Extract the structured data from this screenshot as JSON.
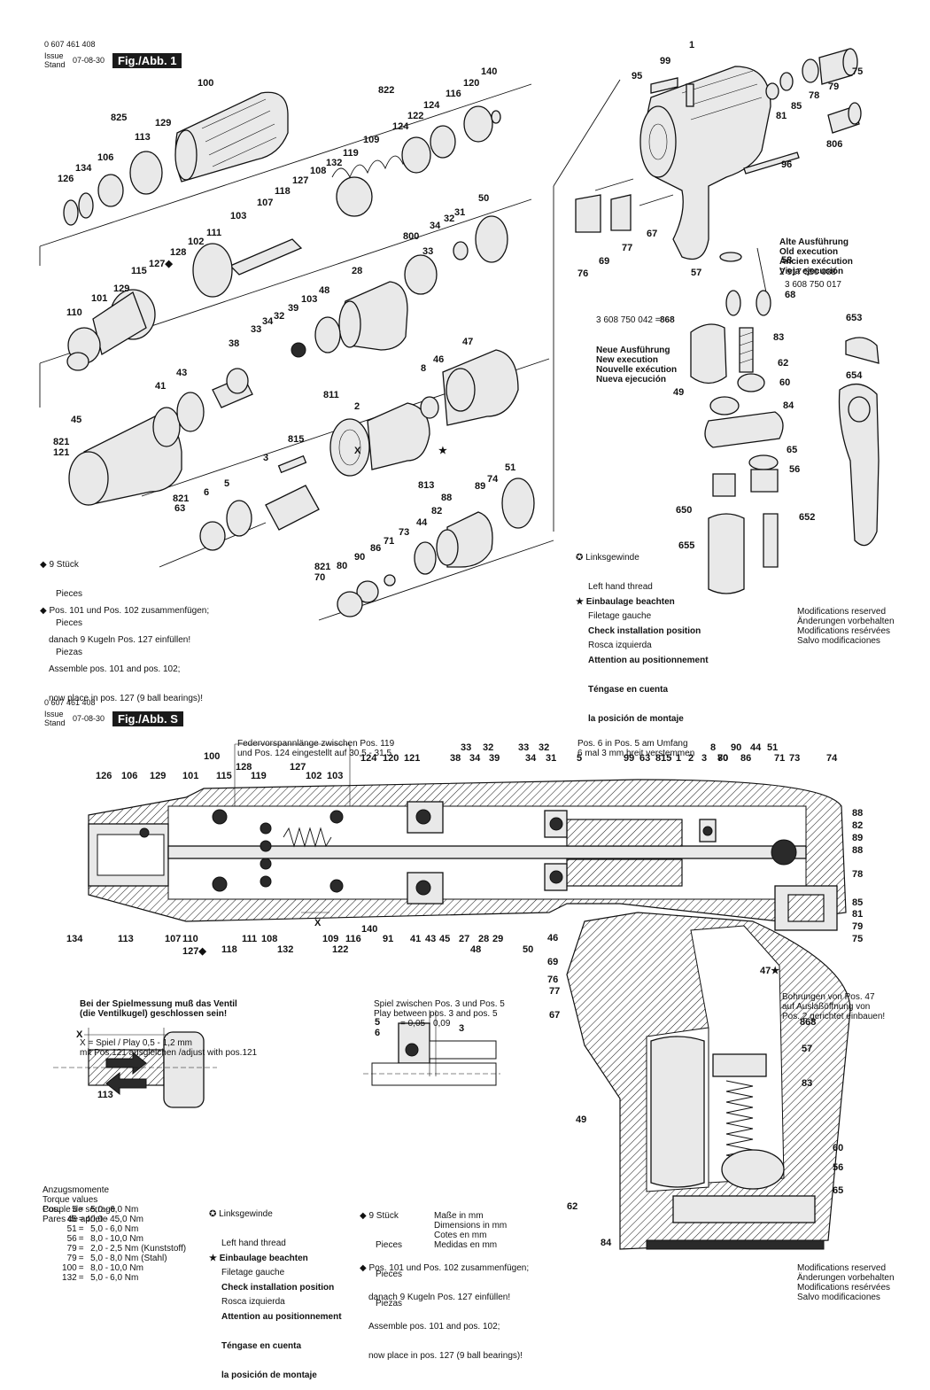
{
  "page1": {
    "doc_number": "0 607 461 408",
    "issue_label": "Issue",
    "stand_label": "Stand",
    "issue_date": "07-08-30",
    "figure_badge": "Fig./Abb. 1",
    "old_execution": [
      "Alte Ausführung",
      "Old execution",
      "Ancien exécution",
      "Vieja ejecución"
    ],
    "part_58": "58",
    "part_58_no1": "2 917 550 088",
    "part_58_no2": "3 608 750 017",
    "part_868_no": "3 608 750 042 =",
    "part_868": "868",
    "new_execution": [
      "Neue Ausführung",
      "New execution",
      "Nouvelle exécution",
      "Nueva ejecución"
    ],
    "pieces": [
      "9 Stück",
      "Pieces",
      "Pieces",
      "Piezas"
    ],
    "assembly_note": [
      "Pos. 101 und Pos. 102 zusammenfügen;",
      "danach 9 Kugeln Pos. 127 einfüllen!",
      "Assemble pos. 101 and pos. 102;",
      "now place in pos. 127 (9 ball bearings)!"
    ],
    "left_thread": [
      "Linksgewinde",
      "Left hand thread",
      "Filetage gauche",
      "Rosca izquierda"
    ],
    "install_position": [
      "Einbaulage beachten",
      "Check installation position",
      "Attention au positionnement",
      "Téngase en cuenta",
      "la posición de montaje"
    ],
    "modifications": [
      "Modifications reserved",
      "Änderungen vorbehalten",
      "Modifications resérvées",
      "Salvo modificaciones"
    ]
  },
  "page2": {
    "doc_number": "0 607 461 408",
    "issue_label": "Issue",
    "stand_label": "Stand",
    "issue_date": "07-08-30",
    "figure_badge": "Fig./Abb. S",
    "spring_note": [
      "Federvorspannlänge zwischen Pos. 119",
      "und Pos. 124 eingestellt auf 30,5 - 31,5"
    ],
    "pos6_note": [
      "Pos. 6 in Pos. 5 am Umfang",
      "6 mal 3 mm breit verstemmen"
    ],
    "valve_note": [
      "Bei der Spielmessung muß das Ventil",
      "(die Ventilkugel) geschlossen sein!",
      "X = Spiel / Play 0,5 - 1,2 mm",
      "mit Pos.121 ausgleichen /adjust with pos.121"
    ],
    "play_note": [
      "Spiel zwischen Pos. 3 und Pos. 5",
      "Play between pos. 3 and pos. 5",
      "= 0,05 - 0,09"
    ],
    "bore_note": [
      "Bohrungen von Pos. 47",
      "auf Auslaßöffnung von",
      "Pos. 2 gerichtet einbauen!"
    ],
    "torque_header": [
      "Anzugsmomente",
      "Torque values",
      "Couple de serrage",
      "Pares de apriete"
    ],
    "torque_rows": [
      {
        "pos": "Pos.",
        "n": "5",
        "eq": "=",
        "v": "5,0 -",
        "m": "6,0 Nm"
      },
      {
        "pos": "",
        "n": "45",
        "eq": "=",
        "v": "40,0 -",
        "m": "45,0 Nm"
      },
      {
        "pos": "",
        "n": "51",
        "eq": "=",
        "v": "5,0 -",
        "m": "6,0 Nm"
      },
      {
        "pos": "",
        "n": "56",
        "eq": "=",
        "v": "8,0 -",
        "m": "10,0 Nm"
      },
      {
        "pos": "",
        "n": "79",
        "eq": "=",
        "v": "2,0 -",
        "m": "2,5 Nm (Kunststoff)"
      },
      {
        "pos": "",
        "n": "79",
        "eq": "=",
        "v": "5,0 -",
        "m": "8,0 Nm (Stahl)"
      },
      {
        "pos": "",
        "n": "100",
        "eq": "=",
        "v": "8,0 -",
        "m": "10,0 Nm"
      },
      {
        "pos": "",
        "n": "132",
        "eq": "=",
        "v": "5,0 -",
        "m": "6,0 Nm"
      }
    ],
    "left_thread": [
      "Linksgewinde",
      "Left hand thread",
      "Filetage gauche",
      "Rosca izquierda"
    ],
    "install_position": [
      "Einbaulage beachten",
      "Check installation position",
      "Attention au positionnement",
      "Téngase en cuenta",
      "la posición de montaje"
    ],
    "pieces": [
      "9 Stück",
      "Pieces",
      "Pieces",
      "Piezas"
    ],
    "dimensions": [
      "Maße in mm",
      "Dimensions in mm",
      "Cotes en mm",
      "Medidas en mm"
    ],
    "assembly_note": [
      "Pos. 101 und Pos. 102 zusammenfügen;",
      "danach 9 Kugeln Pos. 127 einfüllen!",
      "Assemble pos. 101 and pos. 102;",
      "now place in pos. 127 (9 ball bearings)!"
    ],
    "modifications": [
      "Modifications reserved",
      "Änderungen vorbehalten",
      "Modifications resérvées",
      "Salvo modificaciones"
    ]
  },
  "labels1": [
    "1",
    "99",
    "95",
    "75",
    "79",
    "78",
    "85",
    "81",
    "806",
    "96",
    "100",
    "140",
    "120",
    "116",
    "124",
    "122",
    "124",
    "822",
    "825",
    "129",
    "113",
    "106",
    "134",
    "126",
    "109",
    "119",
    "132",
    "108",
    "127",
    "118",
    "107",
    "103",
    "111",
    "102",
    "128",
    "127◆",
    "115",
    "129",
    "101",
    "110",
    "50",
    "31",
    "32",
    "34",
    "800",
    "33",
    "28",
    "48",
    "103",
    "39",
    "32",
    "34",
    "33",
    "38",
    "43",
    "41",
    "47",
    "46",
    "8",
    "811",
    "2",
    "45",
    "815",
    "3",
    "821",
    "121",
    "5",
    "6",
    "821",
    "63",
    "51",
    "74",
    "813",
    "89",
    "88",
    "82",
    "44",
    "73",
    "71",
    "86",
    "90",
    "80",
    "821",
    "70",
    "76",
    "69",
    "77",
    "67",
    "57",
    "68",
    "83",
    "62",
    "60",
    "84",
    "65",
    "56",
    "49",
    "650",
    "652",
    "655",
    "653",
    "654",
    "X",
    "★"
  ],
  "labels2": [
    "100",
    "126",
    "106",
    "129",
    "101",
    "115",
    "128",
    "119",
    "127",
    "102",
    "103",
    "124",
    "120",
    "121",
    "38",
    "34",
    "39",
    "33",
    "32",
    "33",
    "32",
    "34",
    "31",
    "5",
    "99",
    "63",
    "815",
    "1",
    "2",
    "3",
    "70",
    "8",
    "80",
    "90",
    "86",
    "44",
    "51",
    "71",
    "73",
    "74",
    "88",
    "82",
    "89",
    "88",
    "78",
    "85",
    "81",
    "79",
    "75",
    "134",
    "113",
    "107",
    "110",
    "127◆",
    "118",
    "111",
    "108",
    "132",
    "109",
    "116",
    "122",
    "140",
    "91",
    "41",
    "43",
    "45",
    "27",
    "28",
    "29",
    "48",
    "50",
    "46",
    "69",
    "76",
    "77",
    "67",
    "47★",
    "868",
    "57",
    "83",
    "49",
    "60",
    "56",
    "65",
    "62",
    "84",
    "5",
    "6",
    "3",
    "113",
    "X",
    "X"
  ]
}
